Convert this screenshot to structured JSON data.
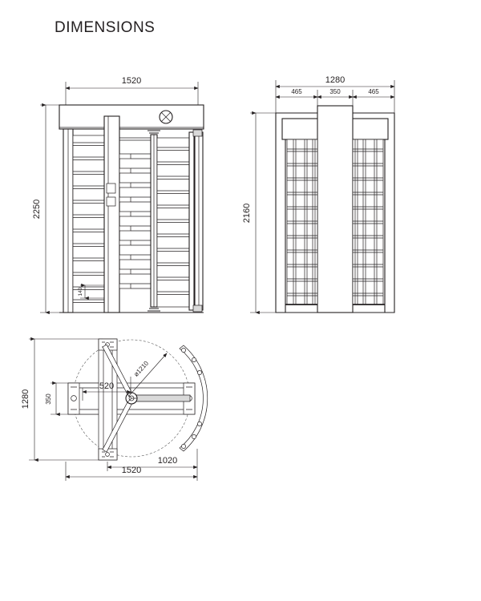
{
  "page": {
    "title": "DIMENSIONS",
    "background_color": "#ffffff",
    "line_color": "#231f20",
    "units_note": "mm"
  },
  "views": {
    "front": {
      "name": "front-elevation",
      "dimensions": {
        "width": "1520",
        "height": "2250",
        "base_detail": "140"
      },
      "symbol": "crossed-circle-icon"
    },
    "side": {
      "name": "side-elevation",
      "dimensions": {
        "overall_width": "1280",
        "left_segment": "465",
        "center_segment": "350",
        "right_segment": "465",
        "height": "2160"
      }
    },
    "plan": {
      "name": "plan-view",
      "dimensions": {
        "depth": "1280",
        "passage_width": "350",
        "arm_length": "520",
        "rotor_diameter": "ø1210",
        "cage_width": "1020",
        "overall_width": "1520"
      }
    }
  },
  "labels": {
    "d1520_front": "1520",
    "d2250": "2250",
    "d140": "140",
    "d1280_side": "1280",
    "d465_left": "465",
    "d350_side": "350",
    "d465_right": "465",
    "d2160": "2160",
    "d1280_plan": "1280",
    "d350_plan": "350",
    "d520": "520",
    "d1210": "ø1210",
    "d1020": "1020",
    "d1520_plan": "1520"
  }
}
